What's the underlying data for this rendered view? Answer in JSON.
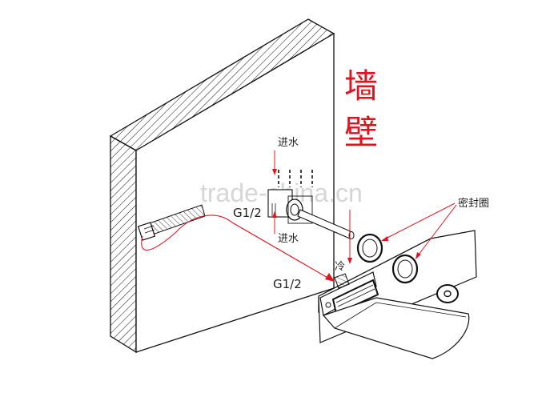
{
  "labels": {
    "wall_char_1": "墙",
    "wall_char_2": "壁",
    "inlet_top": "进水",
    "inlet_bottom": "进水",
    "thread_upper": "G1/2",
    "thread_lower": "G1/2",
    "cold": "冷",
    "seal_ring": "密封圈"
  },
  "watermark": "trade-china.cn",
  "colors": {
    "accent_red": "#e0141e",
    "line": "#111111"
  }
}
